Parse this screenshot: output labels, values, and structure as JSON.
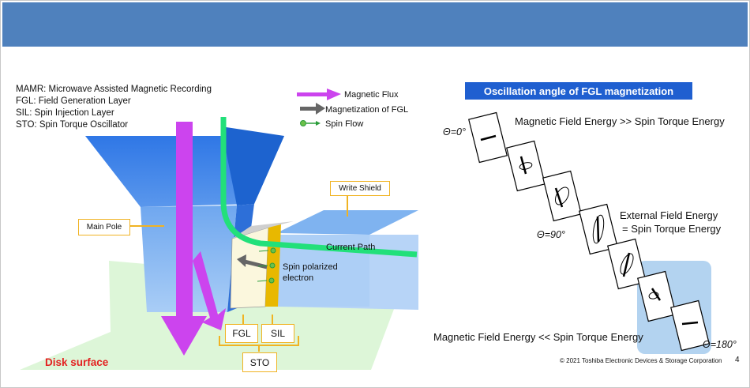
{
  "abbreviations": [
    "MAMR: Microwave Assisted Magnetic Recording",
    "FGL: Field Generation Layer",
    "SIL: Spin Injection Layer",
    "STO: Spin Torque Oscillator"
  ],
  "legend": {
    "magnetic_flux": "Magnetic Flux",
    "magnetization_fgl": "Magnetization of FGL",
    "spin_flow": "Spin Flow"
  },
  "labels": {
    "main_pole": "Main Pole",
    "write_shield": "Write Shield",
    "current_path": "Current Path",
    "spin_polarized": "Spin polarized",
    "electron": "electron",
    "fgl": "FGL",
    "sil": "SIL",
    "sto": "STO",
    "disk_surface": "Disk surface"
  },
  "oscillation": {
    "title": "Oscillation angle of FGL magnetization",
    "theta_0": "Θ=0°",
    "theta_90": "Θ=90°",
    "theta_180": "Θ=180°",
    "text_top": "Magnetic Field Energy >> Spin Torque Energy",
    "text_mid_1": "External Field Energy",
    "text_mid_2": "= Spin Torque Energy",
    "text_bottom": "Magnetic Field Energy << Spin Torque Energy"
  },
  "footer": {
    "copyright": "© 2021 Toshiba Electronic Devices & Storage Corporation",
    "page": "4"
  },
  "colors": {
    "header": "#4f81bd",
    "banner": "#1f5fd0",
    "flux": "#cc44ee",
    "current": "#22e07a",
    "label_border": "#f0b323",
    "disk_text": "#e32020"
  }
}
